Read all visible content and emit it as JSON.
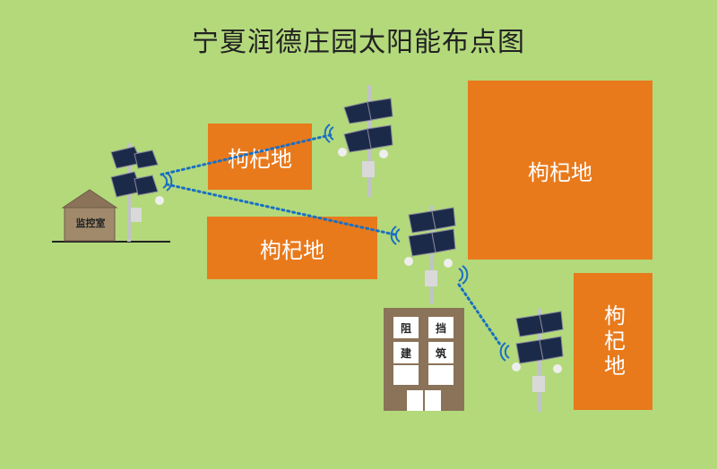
{
  "title": "宁夏润德庄园太阳能布点图",
  "plots": [
    "枸杞地",
    "枸杞地",
    "枸杞地",
    "枸杞地"
  ],
  "monitor_room": "监控室",
  "blocking_building": [
    "阻",
    "挡",
    "建",
    "筑"
  ],
  "colors": {
    "background": "#b3d97b",
    "plot": "#e87a1c",
    "link": "#1a6fc4",
    "building": "#8a7359"
  }
}
